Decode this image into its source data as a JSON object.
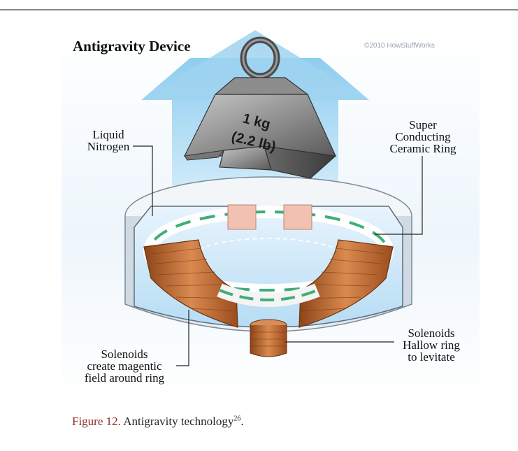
{
  "title": "Antigravity Device",
  "copyright": "©2010 HowStuffWorks",
  "weight": {
    "mass": "1 kg",
    "imperial": "(2.2 lb)"
  },
  "labels": {
    "liquid_nitrogen": "Liquid\nNitrogen",
    "superconducting_ring": "Super\nConducting\nCeramic Ring",
    "solenoids_field": "Solenoids\ncreate magentic\nfield around ring",
    "solenoids_levitate": "Solenoids\nHallow ring\nto levitate"
  },
  "caption": {
    "figure_label": "Figure 12.",
    "text": " Antigravity technology",
    "ref": "26",
    "end": "."
  },
  "colors": {
    "arrow": "#9cd2ef",
    "copper": "#b7602a",
    "ring_green": "#3fae78",
    "figure_label": "#8b2a2a"
  }
}
